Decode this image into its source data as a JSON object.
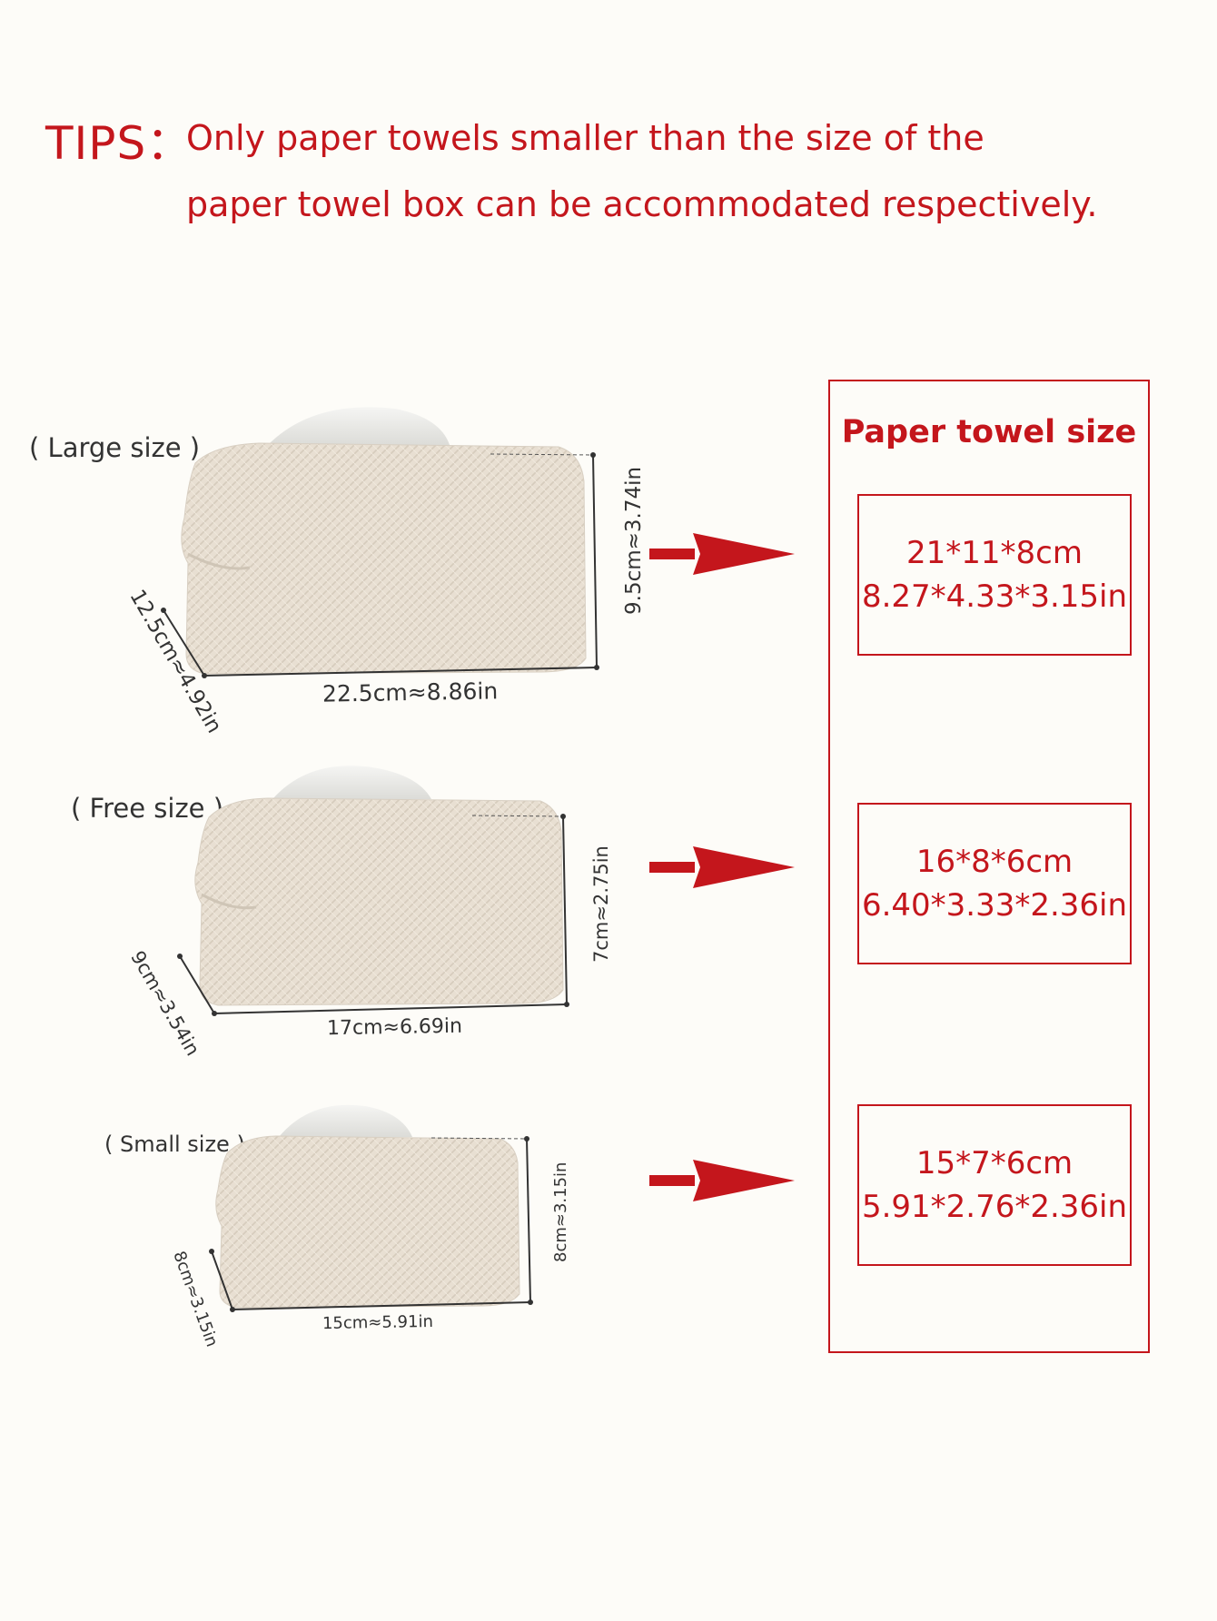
{
  "tips": {
    "label": "TIPS：",
    "line1": "Only paper towels smaller than the size of the",
    "line2": "paper towel box can be accommodated respectively."
  },
  "products": [
    {
      "label": "( Large size )",
      "width": "22.5cm≈8.86in",
      "depth": "12.5cm≈4.92in",
      "height": "9.5cm≈3.74in"
    },
    {
      "label": "( Free size )",
      "width": "17cm≈6.69in",
      "depth": "9cm≈3.54in",
      "height": "7cm≈2.75in"
    },
    {
      "label": "( Small size )",
      "width": "15cm≈5.91in",
      "depth": "8cm≈3.15in",
      "height": "8cm≈3.15in"
    }
  ],
  "panel": {
    "title": "Paper towel size",
    "specs": [
      {
        "metric": "21*11*8cm",
        "imperial": "8.27*4.33*3.15in"
      },
      {
        "metric": "16*8*6cm",
        "imperial": "6.40*3.33*2.36in"
      },
      {
        "metric": "15*7*6cm",
        "imperial": "5.91*2.76*2.36in"
      }
    ]
  },
  "colors": {
    "accent": "#c4161c",
    "fabric": "#e6ddd0",
    "background": "#fdfcf8"
  }
}
